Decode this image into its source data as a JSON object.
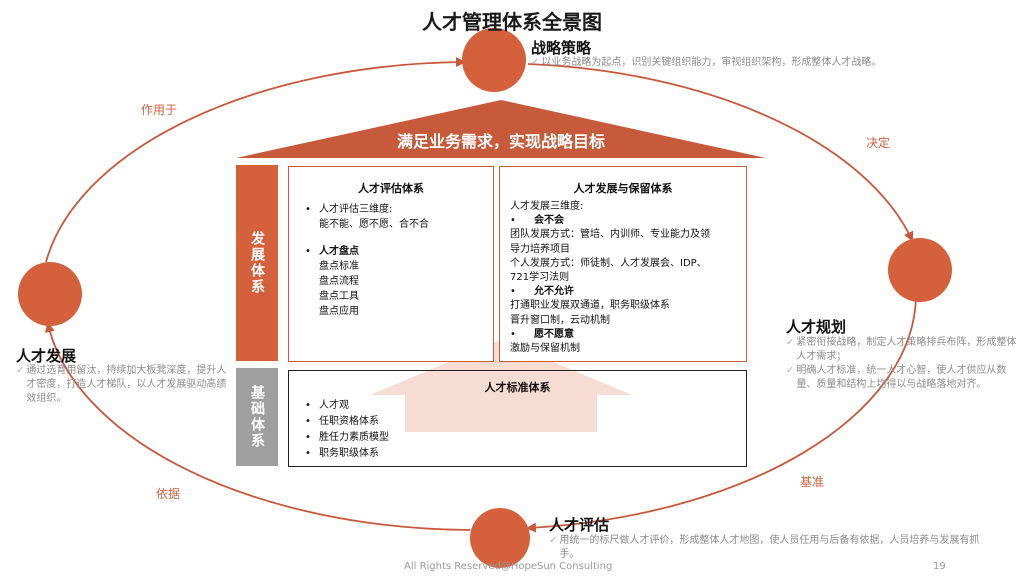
{
  "title": "人才管理体系全景图",
  "roof": "满足业务需求，实现战略目标",
  "nodes": {
    "strategy": {
      "title": "战略策略",
      "desc": [
        "以业务战略为起点，识别关键组织能力，审视组织架构，形成整体人才战略。"
      ]
    },
    "planning": {
      "title": "人才规划",
      "desc": [
        "紧密衔接战略，制定人才策略排兵布阵，形成整体人才需求；",
        "明确人才标准，统一人才心智，使人才供应从数量、质量和结构上均得以与战略落地对齐。"
      ]
    },
    "assessment": {
      "title": "人才评估",
      "desc": [
        "用统一的标尺做人才评价，形成整体人才地图，使人员任用与后备有依据，人员培养与发展有抓手。"
      ]
    },
    "development": {
      "title": "人才发展",
      "desc": [
        "通过选育用留汰，持续加大板凳深度，提升人才密度，打造人才梯队，以人才发展驱动高绩效组织。"
      ]
    }
  },
  "arrows": {
    "top_right": "决定",
    "right_bottom": "基准",
    "bottom_left": "依据",
    "left_top": "作用于"
  },
  "side_labels": {
    "dev": "发展体系",
    "base": "基础体系"
  },
  "eval_box": {
    "title": "人才评估体系",
    "item1_title": "人才评估三维度:",
    "item1_line": "能不能、愿不愿、合不合",
    "item2_title": "人才盘点",
    "item2_lines": [
      "盘点标准",
      "盘点流程",
      "盘点工具",
      "盘点应用"
    ]
  },
  "dev_box": {
    "title": "人才发展与保留体系",
    "intro": "人才发展三维度:",
    "s1_title": "会不会",
    "s1_lines": [
      "团队发展方式：管培、内训师、专业能力及领",
      "导力培养项目",
      "个人发展方式：师徒制、人才发展会、IDP、",
      "721学习法则"
    ],
    "s2_title": "允不允许",
    "s2_lines": [
      "打通职业发展双通道，职务职级体系",
      "晋升窗口制，云动机制"
    ],
    "s3_title": "愿不愿意",
    "s3_lines": [
      "激励与保留机制"
    ]
  },
  "base_box": {
    "title": "人才标准体系",
    "items": [
      "人才观",
      "任职资格体系",
      "胜任力素质模型",
      "职务职级体系"
    ]
  },
  "bullet": "•",
  "check": "✓",
  "footer": {
    "text": "All Rights Reserved@HopeSun Consulting",
    "page": "19"
  },
  "colors": {
    "accent": "#d2633f",
    "circle": "#d4603c",
    "roof": "#c85a3c",
    "grey": "#9f9f9f"
  }
}
